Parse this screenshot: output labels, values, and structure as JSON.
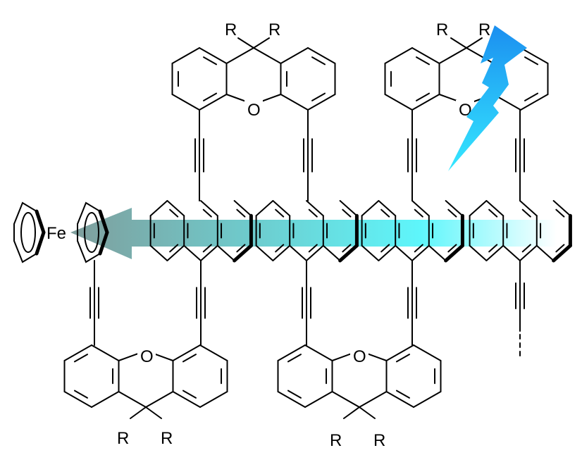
{
  "labels": {
    "iron": "Fe",
    "oxygen": "O",
    "substituent": "R"
  },
  "colors": {
    "arrow_start": "#7f9e9c",
    "arrow_mid": "#5ef6fb",
    "arrow_end": "#ffffff",
    "bolt_top": "#1b8ff0",
    "bolt_bottom": "#35e8ff"
  }
}
